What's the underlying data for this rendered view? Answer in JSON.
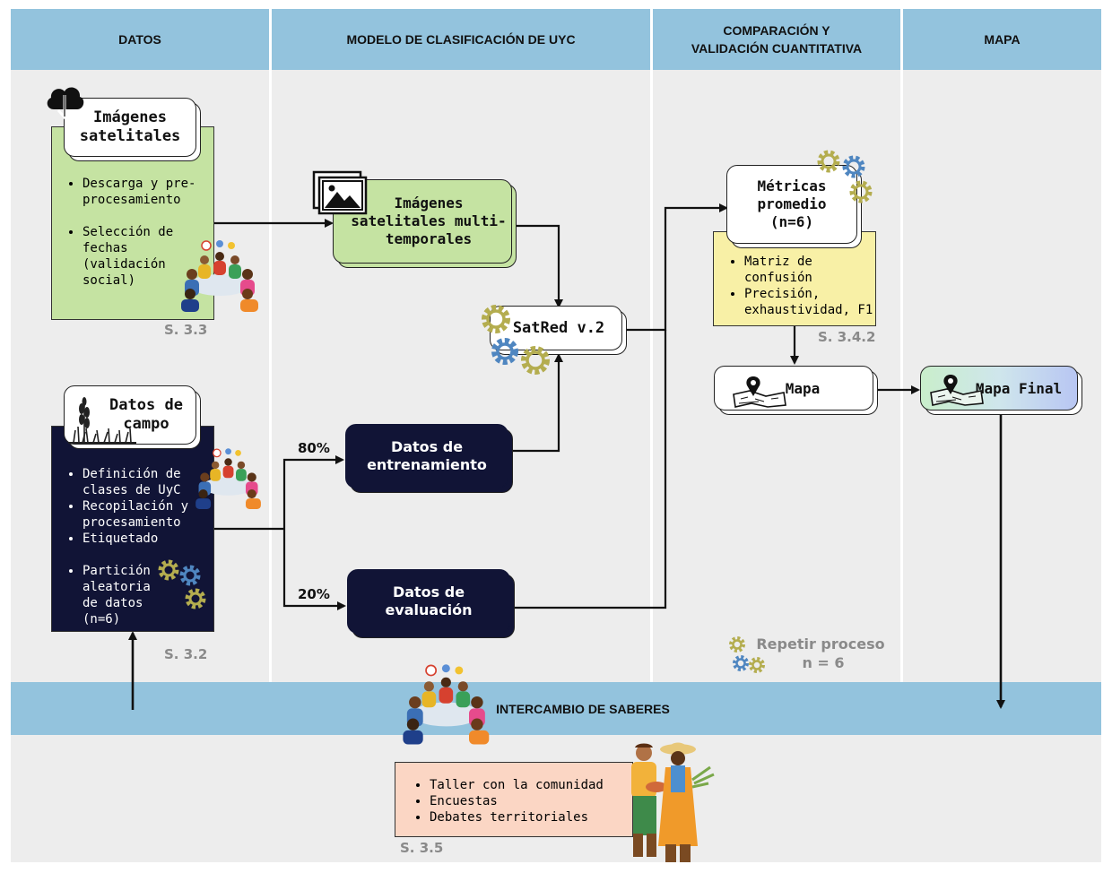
{
  "columns": {
    "datos": "DATOS",
    "modelo": "MODELO DE CLASIFICACIÓN DE UYC",
    "comparacion_line1": "COMPARACIÓN Y",
    "comparacion_line2": "VALIDACIÓN CUANTITATIVA",
    "mapa": "MAPA"
  },
  "bottom_band": {
    "label": "INTERCAMBIO DE SABERES"
  },
  "imagenes": {
    "title_line1": "Imágenes",
    "title_line2": "satelitales",
    "items": [
      "Descarga y pre-procesamiento",
      "Selección de fechas (validación social)"
    ],
    "ref": "S. 3.3"
  },
  "multitemporal": {
    "line1": "Imágenes",
    "line2": "satelitales multi-",
    "line3": "temporales"
  },
  "satred": {
    "label": "SatRed v.2"
  },
  "campo": {
    "title_line1": "Datos de",
    "title_line2": "campo",
    "items": [
      "Definición de clases de UyC",
      "Recopilación y procesamiento",
      "Etiquetado"
    ],
    "item_last": "Partición aleatoria de datos (n=6)",
    "ref": "S. 3.2"
  },
  "entrenamiento": {
    "line1": "Datos de",
    "line2": "entrenamiento",
    "pct": "80%"
  },
  "evaluacion": {
    "line1": "Datos de",
    "line2": "evaluación",
    "pct": "20%"
  },
  "metricas": {
    "line1": "Métricas",
    "line2": "promedio",
    "line3": "(n=6)",
    "items": [
      "Matriz de confusión",
      "Precisión, exhaustividad, F1"
    ],
    "ref": "S. 3.4.2"
  },
  "mapa_box": {
    "label": "Mapa"
  },
  "mapa_final": {
    "label": "Mapa Final"
  },
  "repetir": {
    "line1": "Repetir proceso",
    "line2": "n = 6"
  },
  "saberes": {
    "items": [
      "Taller con la comunidad",
      "Encuestas",
      "Debates territoriales"
    ],
    "ref": "S. 3.5"
  },
  "colors": {
    "header": "#93c3dd",
    "lane": "#ededed",
    "green": "#c5e3a2",
    "navy": "#111436",
    "yellow": "#f8f0a6",
    "peach": "#fbd6c4",
    "gear_gold": "#b4ad4f",
    "gear_blue": "#4f86c0",
    "ref_gray": "#8a8a8a"
  },
  "icons": [
    "cloud-download-icon",
    "image-gallery-icon",
    "gear-icon",
    "map-pin-icon",
    "people-meeting-icon",
    "grass-icon",
    "farmers-icon"
  ]
}
